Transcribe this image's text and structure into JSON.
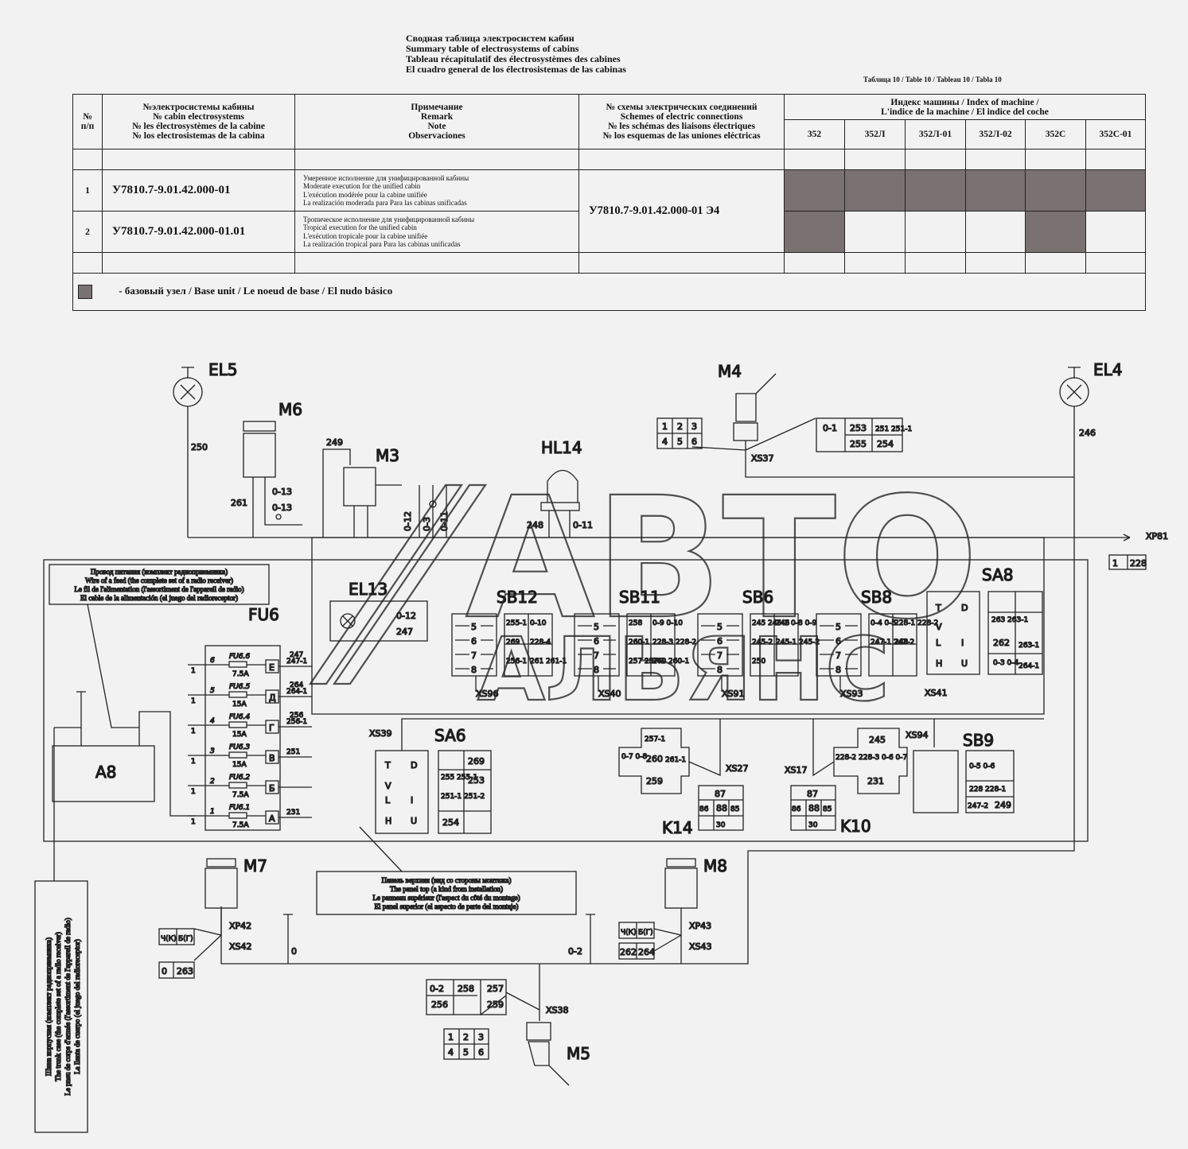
{
  "title_lines": [
    "Сводная таблица электросистем кабин",
    "Summary table of electrosystems of cabins",
    "Tableau récapitulatif des électrosystèmes des cabines",
    "El cuadro general de los électrosistemas de las cabinas"
  ],
  "table_ref": "Таблица 10 / Table 10 / Tableau 10 / Tabla 10",
  "table": {
    "col_num": [
      "№",
      "п/п"
    ],
    "col_system": [
      "№электросистемы кабины",
      "№ cabin electrosystems",
      "№ les électrosystèmes de la cabine",
      "№ los electrosistemas de la cabina"
    ],
    "col_remark": [
      "Примечание",
      "Remark",
      "Note",
      "Observaciones"
    ],
    "col_scheme": [
      "№ схемы электрических соединений",
      "Schemes of electric connections",
      "№ les schémas des liaisons électriques",
      "№ los esquemas de las uniones eléctricas"
    ],
    "col_index": [
      "Индекс машины / Index of machine /",
      "L'indice de la machine / El indice del coche"
    ],
    "models": [
      "352",
      "352Л",
      "352Л-01",
      "352Л-02",
      "352С",
      "352С-01"
    ],
    "rows": [
      {
        "num": "1",
        "system": "У7810.7-9.01.42.000-01",
        "notes": [
          "Умеренное исполнение для унифицированной кабины",
          "Moderate execution for the unified cabin",
          "L'exécution modérée pour la cabine unifiée",
          "La realización moderada para Para las cabinas unificadas"
        ],
        "base": [
          true,
          true,
          true,
          true,
          true,
          true
        ]
      },
      {
        "num": "2",
        "system": "У7810.7-9.01.42.000-01.01",
        "notes": [
          "Тропическое исполнение для унифицированной кабины",
          "Tropical execution for the unified cabin",
          "L'exécution tropicale pour la cabine unifiée",
          "La realización tropical para Para las cabinas unificadas"
        ],
        "base": [
          true,
          false,
          false,
          false,
          true,
          false
        ]
      }
    ],
    "scheme": "У7810.7-9.01.42.000-01 Э4",
    "legend": "- базовый узел / Base unit / Le noeud de base / El nudo básico",
    "base_color": "#7a7272"
  },
  "diagram": {
    "components": [
      "EL5",
      "EL4",
      "M4",
      "M6",
      "M3",
      "HL14",
      "EL13",
      "FU6",
      "SB12",
      "SB11",
      "SB6",
      "SB8",
      "SA8",
      "SA6",
      "A8",
      "K14",
      "K10",
      "SB9",
      "M7",
      "M8",
      "M5",
      "XP81",
      "XS37",
      "XS96",
      "XS40",
      "XS91",
      "XS93",
      "XS41",
      "XS39",
      "XS27",
      "XS17",
      "XS94",
      "XP42",
      "XS42",
      "XP43",
      "XS43",
      "XS38"
    ],
    "wires": [
      "250",
      "246",
      "261",
      "0-13",
      "0-13",
      "249",
      "0-12",
      "0-3",
      "0-11",
      "248",
      "0-11",
      "0-12",
      "247",
      "0",
      "0-2"
    ],
    "xs37_left": [
      "1",
      "2",
      "3",
      "4",
      "5",
      "6"
    ],
    "xs37_right": [
      "0-1",
      "253",
      "251 251-1",
      "255",
      "254"
    ],
    "xp81_pins": [
      "1",
      "228"
    ],
    "fuses": [
      {
        "name": "FU6.6",
        "amp": "7.5A",
        "out": "Е",
        "wire": "247-1",
        "n": "6"
      },
      {
        "name": "FU6.5",
        "amp": "15A",
        "out": "Д",
        "wire": "264-1",
        "n": "5"
      },
      {
        "name": "FU6.4",
        "amp": "15A",
        "out": "Г",
        "wire": "256-1",
        "n": "4"
      },
      {
        "name": "FU6.3",
        "amp": "15A",
        "out": "В",
        "wire": "251",
        "n": "3"
      },
      {
        "name": "FU6.2",
        "amp": "7.5A",
        "out": "Б",
        "wire": "",
        "n": "2"
      },
      {
        "name": "FU6.1",
        "amp": "7.5A",
        "out": "А",
        "wire": "231",
        "n": "1"
      }
    ],
    "fuse_wires": [
      "247",
      "264",
      "256"
    ],
    "note_feed": [
      "Провод питания (комплект радиоприемника)",
      "Wire of a feed (the complete set of a radio receiver)",
      "Le fil de l'alimentation (l'assortiment de l'appareil de radio)",
      "El cable de la alimentación (el juego del radioreceptor)"
    ],
    "note_panel": [
      "Панель верхняя (вид со стороны монтажа)",
      "The panel top (a kind from installation)",
      "Le panneau supérieur (l'aspect du côté du montage)",
      "El panel superior (el aspecto de parte del montaje)"
    ],
    "note_trunk": [
      "Шина корпусная (комплект радиоприемника)",
      "The trunk case (the complete set of a radio receiver)",
      "Le pneu de corps d'armée (l'assortiment de l'appareil de radio)",
      "La llanta de cuerpo (el juego del radioreceptor)"
    ],
    "sb12_cells": [
      "255-1",
      "0-10",
      "269",
      "228-4",
      "256-1",
      "261 261-1"
    ],
    "sb11_cells": [
      "258",
      "0-9 0-10",
      "260-1",
      "228-3 228-2",
      "257 257-1",
      "260 260-1"
    ],
    "sb6_cells": [
      "245 245-1 0-8 0-9",
      "246",
      "245-2",
      "245-1 245-2",
      "250"
    ],
    "sb8_cells": [
      "0-4 0-5",
      "228-1 228-2",
      "247-1 247-2",
      "248"
    ],
    "sa8_cells": [
      "263 263-1",
      "262",
      "263-1",
      "0-3 0-4",
      "264-1"
    ],
    "sa6_cells": [
      "269",
      "255 255-1",
      "253",
      "251-1 251-2",
      "254"
    ],
    "k14_block": [
      "257-1",
      "0-7 0-8",
      "260",
      "261-1",
      "259"
    ],
    "k10_block": [
      "245",
      "228-2 228-3",
      "0-6 0-7",
      "231"
    ],
    "relay_pins": [
      "87",
      "86",
      "88",
      "85",
      "30"
    ],
    "sb9_cells": [
      "0-5 0-6",
      "228 228-1",
      "247-2",
      "249"
    ],
    "xp42_pins": [
      "Ч(К)",
      "Б(Г)"
    ],
    "xs42_pins": [
      "0",
      "263"
    ],
    "xp43_pins": [
      "Ч(К)",
      "Б(Г)"
    ],
    "xs43_pins": [
      "262",
      "264"
    ],
    "xs38_pins": [
      "0-2",
      "258",
      "257",
      "256",
      "259"
    ],
    "m5_pins": [
      "1",
      "2",
      "3",
      "4",
      "5",
      "6"
    ],
    "sw_letters": [
      "T",
      "D",
      "V",
      "I",
      "L",
      "H",
      "U"
    ],
    "watermark": [
      "АВТО",
      "АЛЬЯНС"
    ]
  }
}
